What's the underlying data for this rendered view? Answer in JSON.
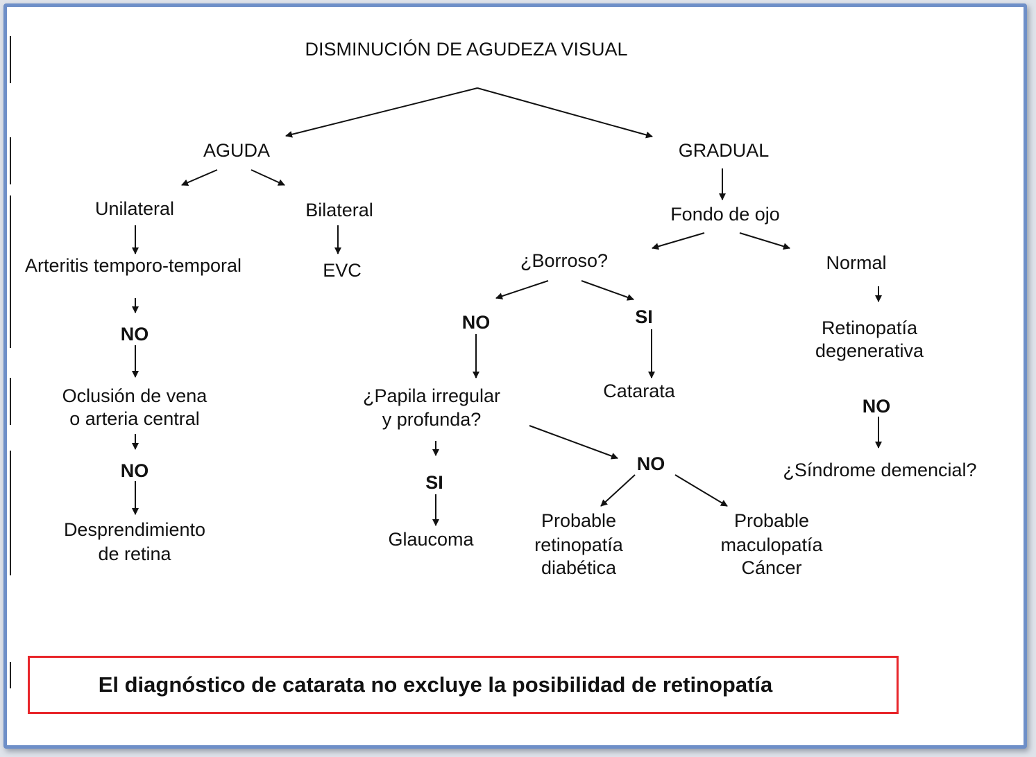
{
  "title": "DISMINUCIÓN DE AGUDEZA VISUAL",
  "nodes": {
    "aguda": "AGUDA",
    "gradual": "GRADUAL",
    "unilateral": "Unilateral",
    "bilateral": "Bilateral",
    "arteritis": "Arteritis temporo-temporal",
    "evc": "EVC",
    "no_1": "NO",
    "oclusion_line1": "Oclusión de vena",
    "oclusion_line2": "o arteria central",
    "no_2": "NO",
    "desprendimiento_line1": "Desprendimiento",
    "desprendimiento_line2": "de retina",
    "fondo_de_ojo": "Fondo de ojo",
    "borroso": "¿Borroso?",
    "normal": "Normal",
    "no_borroso": "NO",
    "si_borroso": "SI",
    "papila_line1": "¿Papila irregular",
    "papila_line2": "y profunda?",
    "catarata": "Catarata",
    "si_papila": "SI",
    "glaucoma": "Glaucoma",
    "no_papila": "NO",
    "diabetica_line1": "Probable",
    "diabetica_line2": "retinopatía",
    "diabetica_line3": "diabética",
    "maculopatia_line1": "Probable",
    "maculopatia_line2": "maculopatía",
    "maculopatia_line3": "Cáncer",
    "retinopatia_deg_line1": "Retinopatía",
    "retinopatia_deg_line2": "degenerativa",
    "no_normal": "NO",
    "sindrome": "¿Síndrome demencial?"
  },
  "note": "El diagnóstico de catarata no excluye la posibilidad de retinopatía",
  "colors": {
    "frame_border": "#6e8fc8",
    "note_border": "#e8262b",
    "text": "#111111"
  }
}
